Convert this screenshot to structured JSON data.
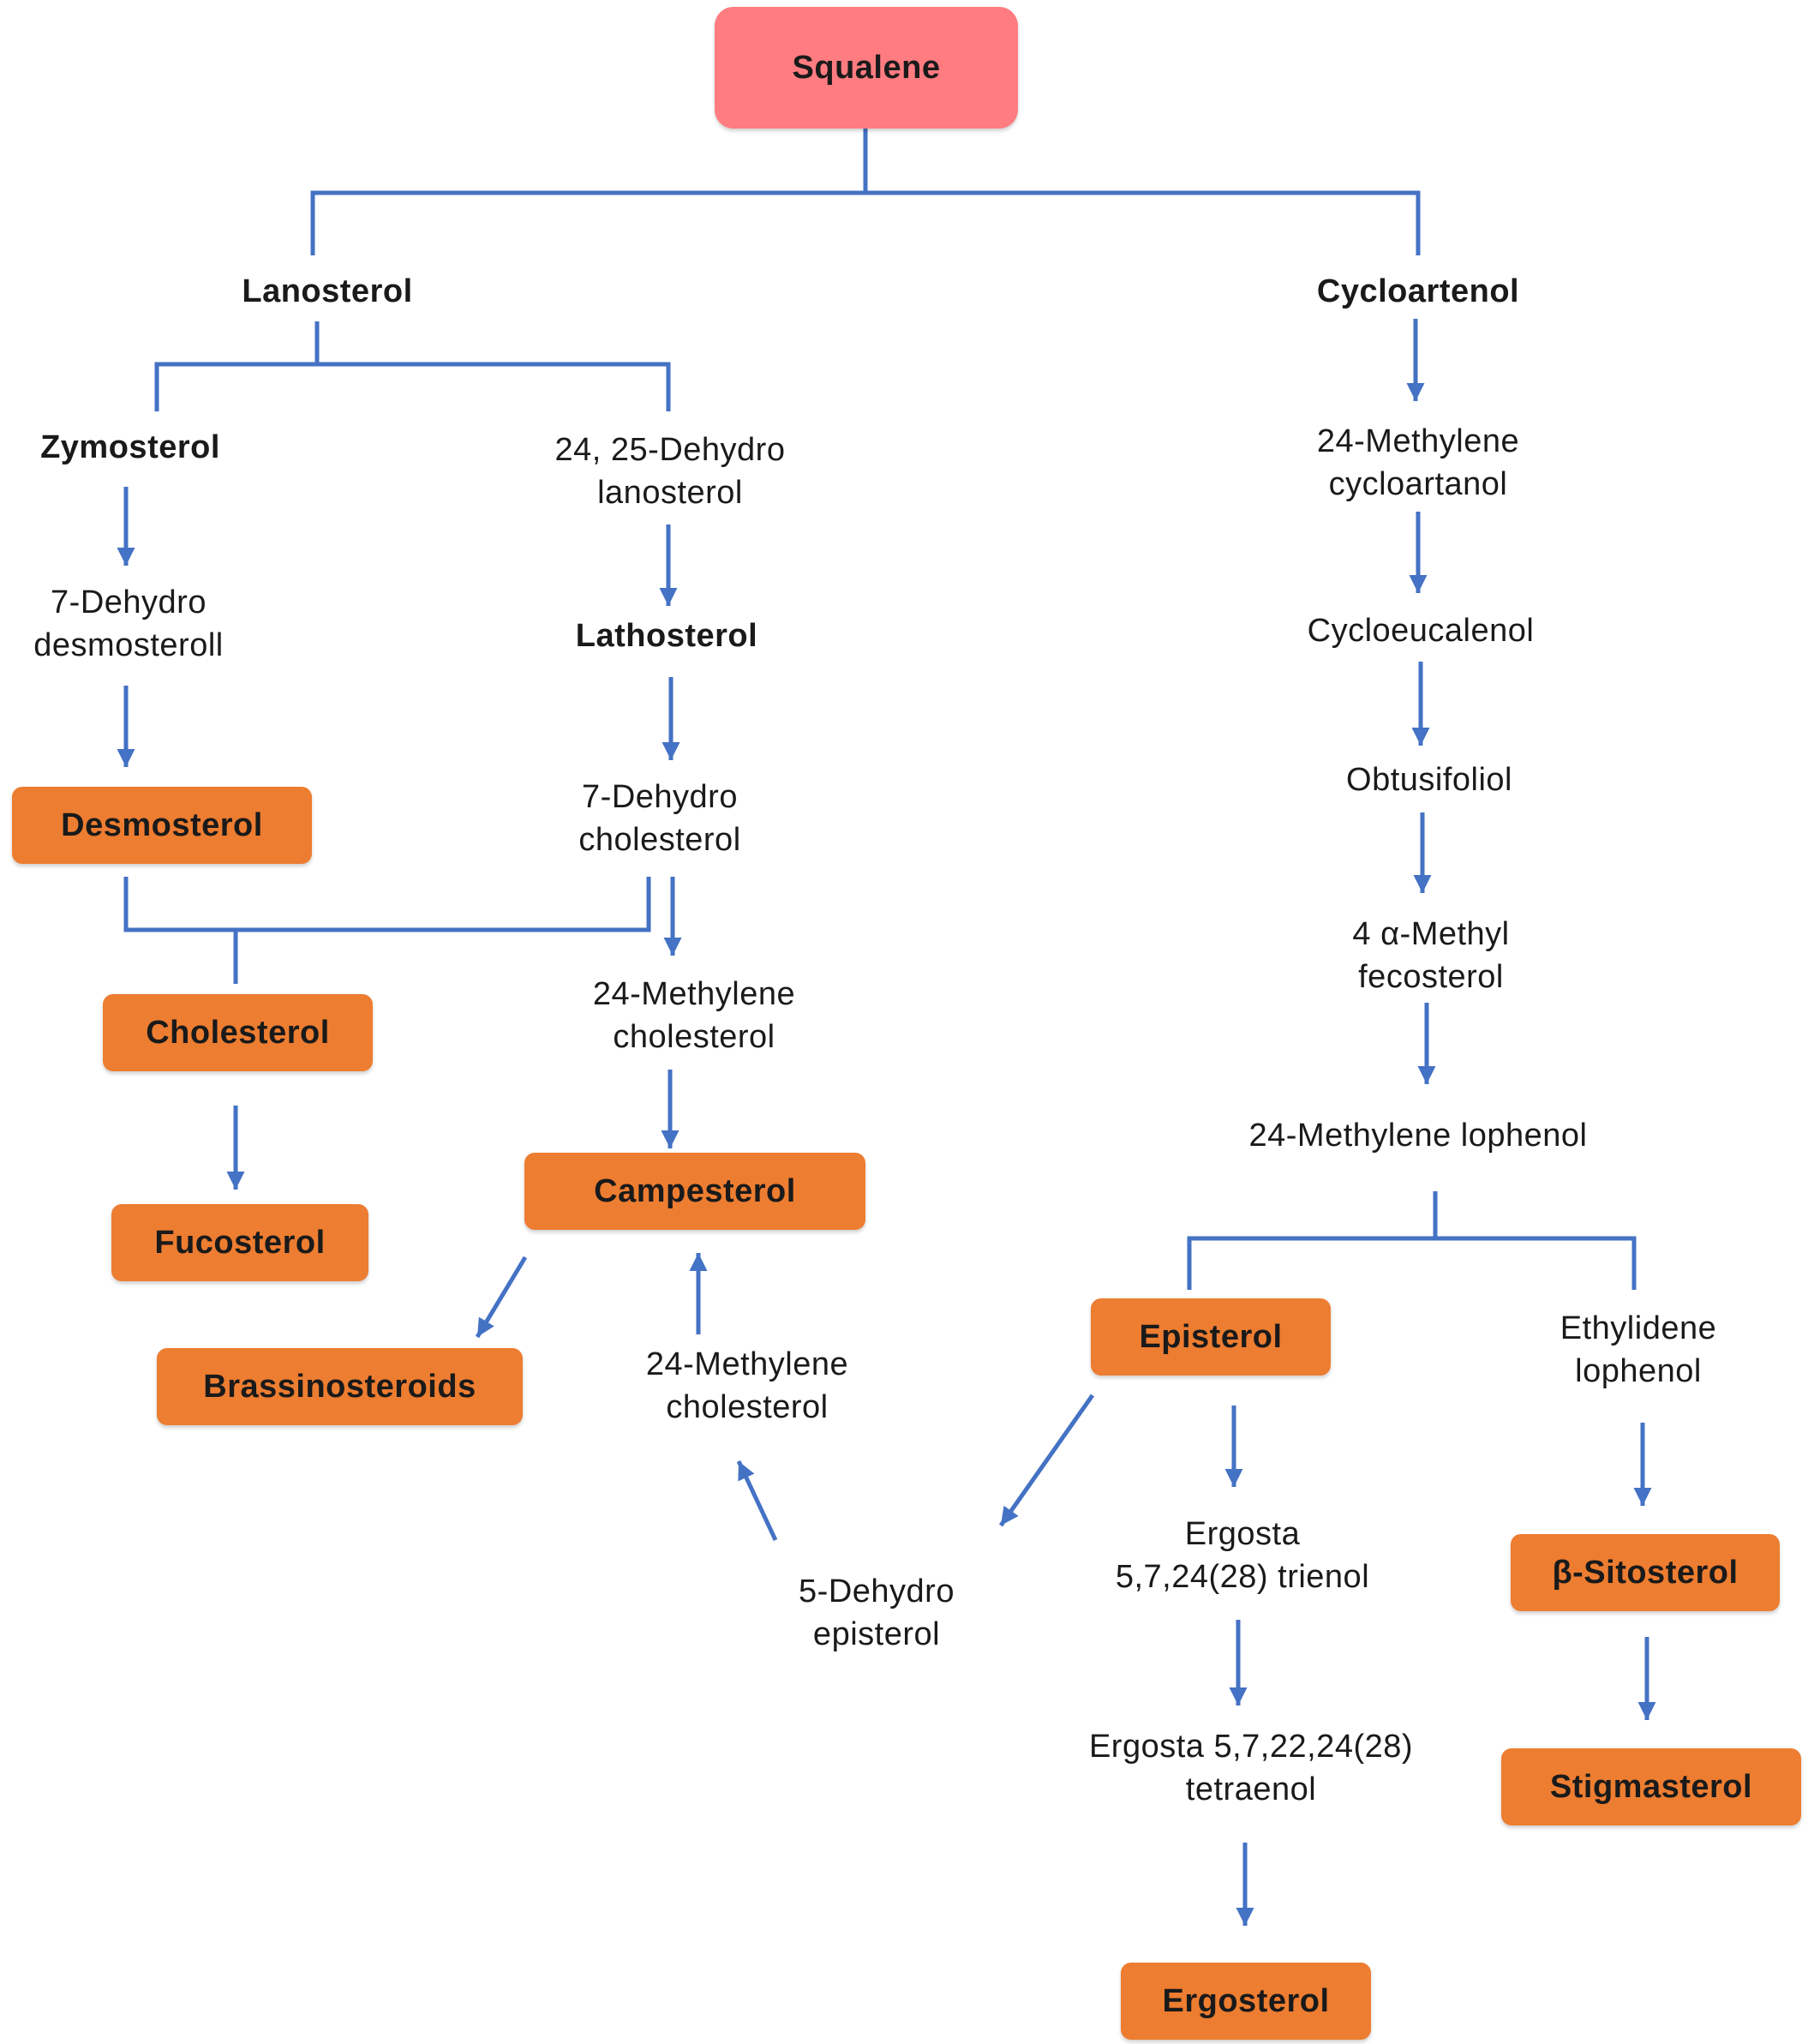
{
  "colors": {
    "connector": "#4472C4",
    "product_box": "#ED7D31",
    "root_box": "#FF7C80",
    "text": "#1a1a1a"
  },
  "nodes": {
    "squalene": "Squalene",
    "lanosterol": "Lanosterol",
    "cycloartenol": "Cycloartenol",
    "zymosterol": "Zymosterol",
    "dehydro_lanosterol": [
      "24, 25-Dehydro",
      "lanosterol"
    ],
    "dehydro_desmosterol": [
      "7-Dehydro",
      "desmosteroll"
    ],
    "lathosterol": "Lathosterol",
    "desmosterol": "Desmosterol",
    "dehydro_cholesterol": [
      "7-Dehydro",
      "cholesterol"
    ],
    "cholesterol": "Cholesterol",
    "methylene_cholesterol_1": [
      "24-Methylene",
      "cholesterol"
    ],
    "fucosterol": "Fucosterol",
    "campesterol": "Campesterol",
    "brassinosteroids": "Brassinosteroids",
    "methylene_cholesterol_2": [
      "24-Methylene",
      "cholesterol"
    ],
    "dehydro_episterol": [
      "5-Dehydro",
      "episterol"
    ],
    "methylene_cycloartanol": [
      "24-Methylene",
      "cycloartanol"
    ],
    "cycloeucalenol": "Cycloeucalenol",
    "obtusifoliol": "Obtusifoliol",
    "methyl_fecosterol": [
      "4 α-Methyl",
      "fecosterol"
    ],
    "methylene_lophenol": "24-Methylene lophenol",
    "episterol": "Episterol",
    "ethylidene_lophenol": [
      "Ethylidene",
      "lophenol"
    ],
    "ergosta_trienol": [
      "Ergosta",
      "5,7,24(28) trienol"
    ],
    "sitosterol": "β-Sitosterol",
    "ergosta_tetraenol": [
      "Ergosta 5,7,22,24(28)",
      "tetraenol"
    ],
    "stigmasterol": "Stigmasterol",
    "ergosterol": "Ergosterol"
  }
}
